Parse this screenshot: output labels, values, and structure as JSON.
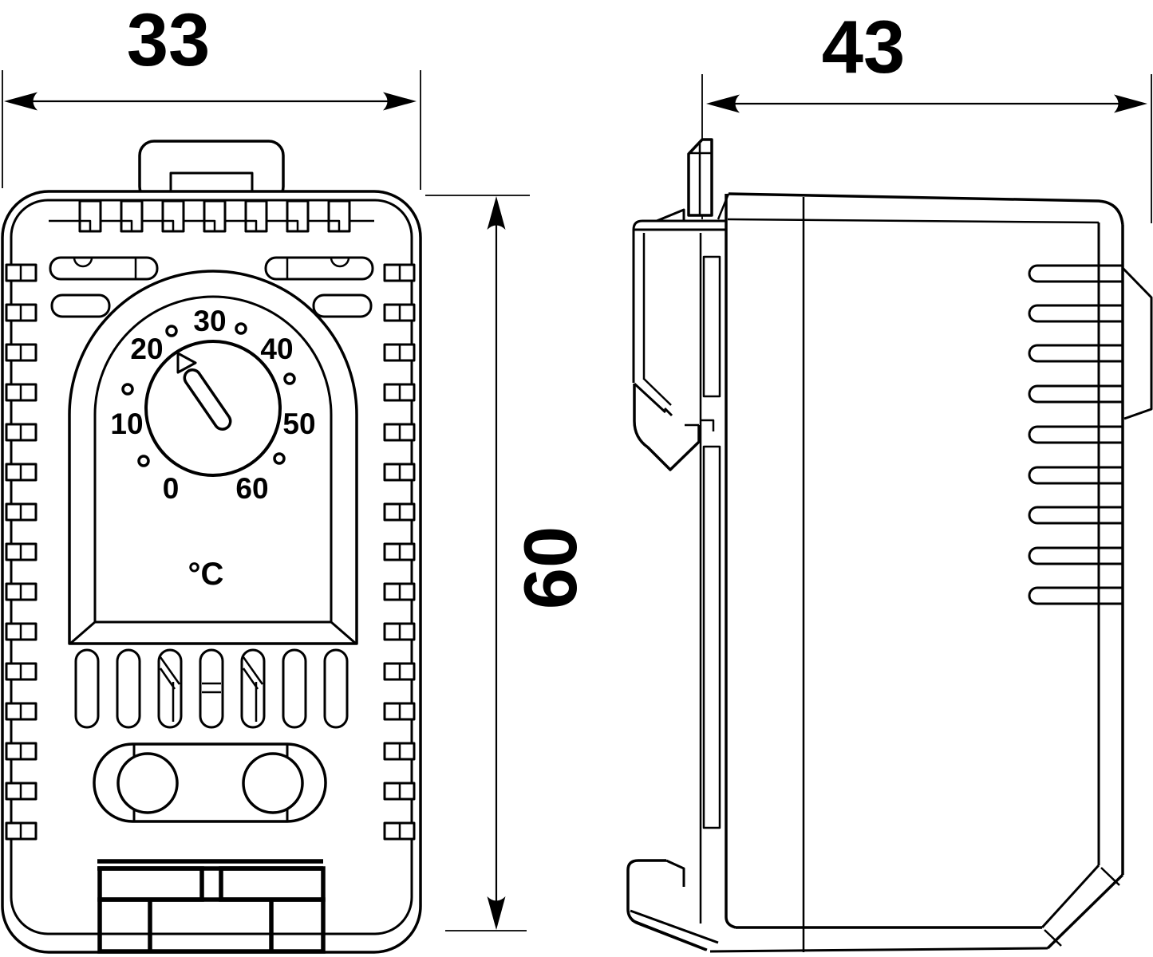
{
  "drawing": {
    "type": "technical-dimension-drawing",
    "subject": "enclosure thermostat, front and side view",
    "ink_color": "#000000",
    "background_color": "#ffffff"
  },
  "dimensions": {
    "front_width": "33",
    "height": "60",
    "depth": "43"
  },
  "dial": {
    "unit_label": "°C",
    "scale_labels": [
      "0",
      "10",
      "20",
      "30",
      "40",
      "50",
      "60"
    ]
  }
}
